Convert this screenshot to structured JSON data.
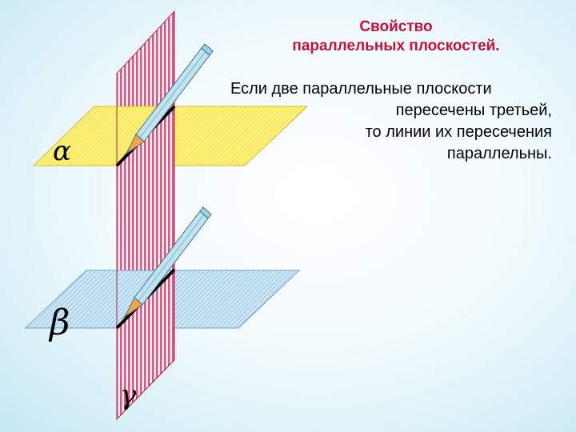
{
  "title": {
    "line1": "Свойство",
    "line2": "параллельных плоскостей."
  },
  "statement": {
    "line1": "Если две параллельные плоскости",
    "line2": "пересечены третьей,",
    "line3": "то линии их пересечения",
    "line4": "параллельны."
  },
  "planes": {
    "alpha": {
      "label": "α",
      "color": "#fff27a"
    },
    "beta": {
      "label": "β",
      "color": "#a9d3ec"
    },
    "gamma": {
      "label": "γ",
      "color": "#f07aa0"
    }
  },
  "colors": {
    "title": "#c0143c",
    "pencil_body": "#bfe4f0",
    "pencil_wood": "#f3a64a",
    "intersection_line": "#000000"
  },
  "icons": [
    "pencil-icon",
    "pencil-icon"
  ]
}
